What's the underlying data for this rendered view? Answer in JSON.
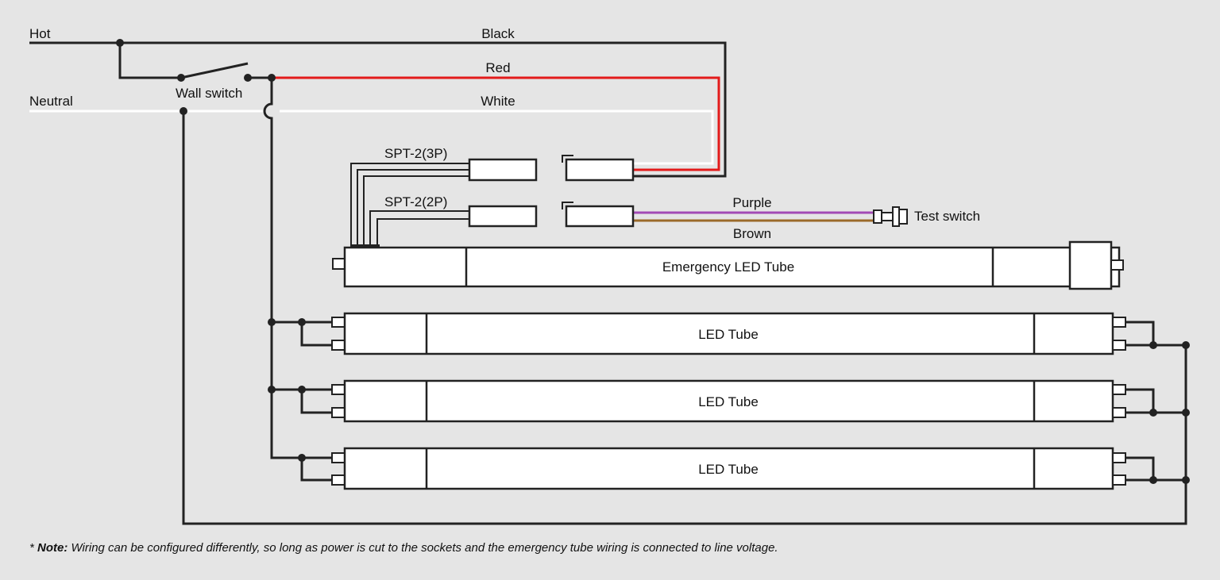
{
  "labels": {
    "hot": "Hot",
    "neutral": "Neutral",
    "wall_switch": "Wall switch",
    "black": "Black",
    "red": "Red",
    "white": "White",
    "spt3": "SPT-2(3P)",
    "spt2": "SPT-2(2P)",
    "purple": "Purple",
    "brown": "Brown",
    "test_switch": "Test switch",
    "emergency_tube": "Emergency LED Tube",
    "led_tube": "LED Tube"
  },
  "note": {
    "prefix": "* ",
    "bold": "Note:",
    "text": " Wiring can be configured differently, so long as power is cut to the sockets and the emergency tube wiring is connected to line voltage."
  },
  "colors": {
    "background": "#e5e5e5",
    "black_wire": "#222222",
    "red_wire": "#e31b1b",
    "white_wire": "#ffffff",
    "purple_wire": "#a24ab5",
    "brown_wire": "#9b6a2a"
  }
}
